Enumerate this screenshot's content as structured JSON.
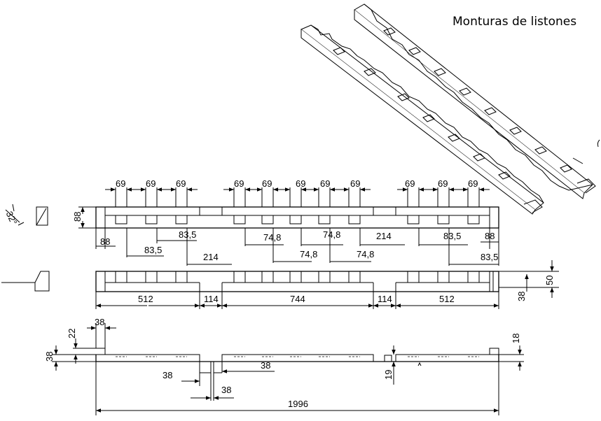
{
  "title": "Monturas de listones",
  "angle_label": "32°",
  "top_view": {
    "spacing_labels": [
      "69",
      "69",
      "69",
      "69",
      "69",
      "69",
      "69",
      "69",
      "69",
      "69",
      "69"
    ],
    "height_label": "88",
    "left_end_label": "88",
    "right_end_label": "88",
    "inner_labels": [
      "83,5",
      "83,5",
      "74,8",
      "74,8",
      "74,8",
      "74,8",
      "214",
      "214",
      "83,5",
      "83,5"
    ]
  },
  "front_view": {
    "segment_labels": [
      "512",
      "114",
      "744",
      "114",
      "512"
    ],
    "height_outer_label": "50",
    "height_inner_label": "38"
  },
  "side_view": {
    "top_width_label": "38",
    "top_height_label": "22",
    "body_height_label": "38",
    "right_height_label": "18",
    "notch_depth_label": "19",
    "notch_labels": [
      "38",
      "38",
      "38"
    ],
    "total_length_label": "1996"
  }
}
